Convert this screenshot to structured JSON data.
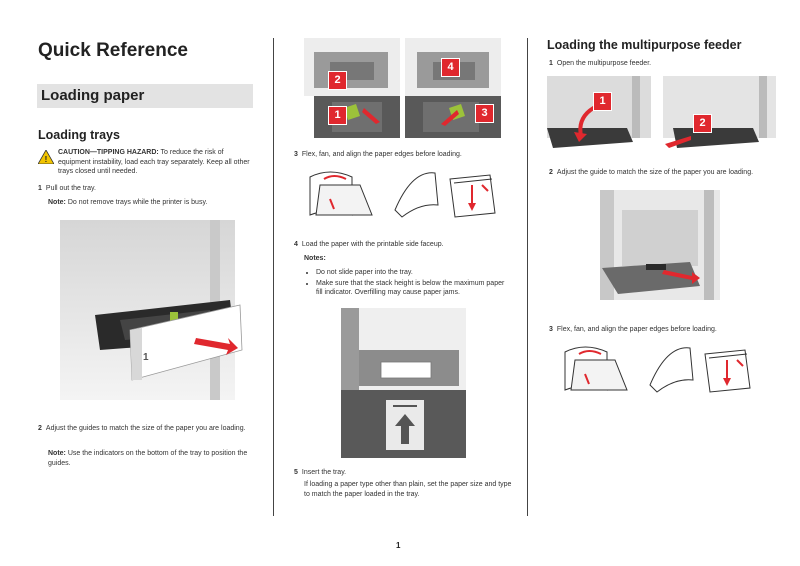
{
  "title": "Quick Reference",
  "section": "Loading paper",
  "col1": {
    "heading": "Loading trays",
    "caution_label": "CAUTION—TIPPING HAZARD:",
    "caution_text": " To reduce the risk of equipment instability, load each tray separately. Keep all other trays closed until needed.",
    "step1_num": "1",
    "step1": "Pull out the tray.",
    "note1_label": "Note:",
    "note1": " Do not remove trays while the printer is busy.",
    "tray_badge": "1",
    "step2_num": "2",
    "step2": "Adjust the guides to match the size of the paper you are loading.",
    "note2_label": "Note:",
    "note2": " Use the indicators on the bottom of the tray to position the guides."
  },
  "col2": {
    "badges": [
      "2",
      "1",
      "4",
      "3"
    ],
    "step3_num": "3",
    "step3": "Flex, fan, and align the paper edges before loading.",
    "step4_num": "4",
    "step4": "Load the paper with the printable side faceup.",
    "notes_label": "Notes:",
    "notes": [
      "Do not slide paper into the tray.",
      "Make sure that the stack height is below the maximum paper fill indicator. Overfilling may cause paper jams."
    ],
    "step5_num": "5",
    "step5": "Insert the tray.",
    "step5_detail": "If loading a paper type other than plain, set the paper size and type to match the paper loaded in the tray."
  },
  "col3": {
    "heading": "Loading the multipurpose feeder",
    "step1_num": "1",
    "step1": "Open the multipurpose feeder.",
    "badges": [
      "1",
      "2"
    ],
    "step2_num": "2",
    "step2": "Adjust the guide to match the size of the paper you are loading.",
    "step3_num": "3",
    "step3": "Flex, fan, and align the paper edges before loading."
  },
  "page_number": "1",
  "colors": {
    "accent": "#e0282e",
    "band": "#e3e3e3",
    "dark": "#595959"
  }
}
